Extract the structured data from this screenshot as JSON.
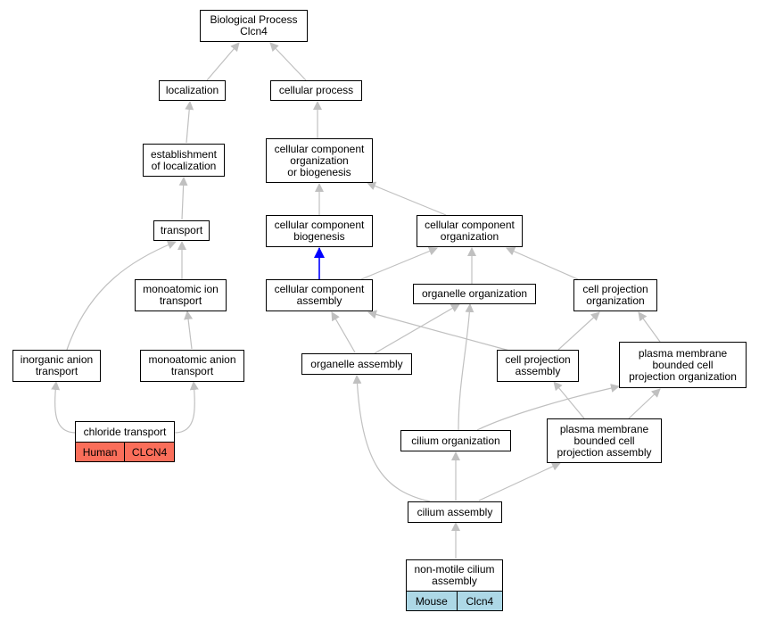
{
  "colors": {
    "edge": "#c0c0c0",
    "highlight_edge": "#0000ff",
    "human_fill": "#fa6e5a",
    "mouse_fill": "#add8e6"
  },
  "nodes": {
    "biological_process": "Biological Process\nClcn4",
    "localization": "localization",
    "cellular_process": "cellular process",
    "establishment_of_localization": "establishment\nof localization",
    "ccob": "cellular component\norganization\nor biogenesis",
    "transport": "transport",
    "cc_biogenesis": "cellular component\nbiogenesis",
    "cc_organization": "cellular component\norganization",
    "monoatomic_ion_transport": "monoatomic ion\ntransport",
    "cc_assembly": "cellular component\nassembly",
    "organelle_organization": "organelle organization",
    "cell_projection_organization": "cell projection\norganization",
    "inorganic_anion_transport": "inorganic anion\ntransport",
    "monoatomic_anion_transport": "monoatomic anion\ntransport",
    "organelle_assembly": "organelle assembly",
    "cell_projection_assembly": "cell projection\nassembly",
    "pmbcpo": "plasma membrane\nbounded cell\nprojection organization",
    "chloride_transport": "chloride transport",
    "cilium_organization": "cilium organization",
    "pmbcpa": "plasma membrane\nbounded cell\nprojection assembly",
    "cilium_assembly": "cilium assembly",
    "non_motile_cilium_assembly": "non-motile cilium\nassembly"
  },
  "annotations": {
    "human": {
      "species": "Human",
      "gene": "CLCN4"
    },
    "mouse": {
      "species": "Mouse",
      "gene": "Clcn4"
    }
  }
}
